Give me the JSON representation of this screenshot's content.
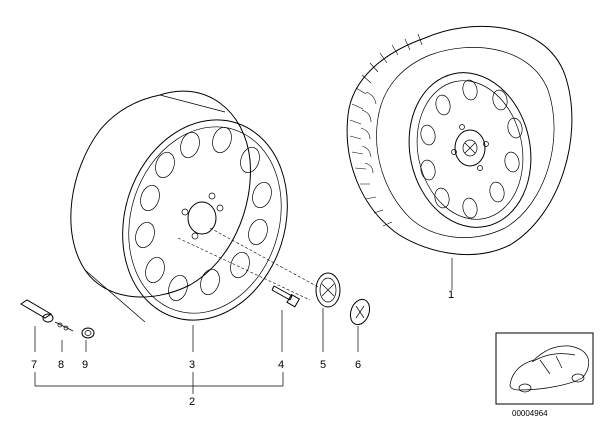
{
  "callouts": {
    "c1": "1",
    "c2": "2",
    "c3": "3",
    "c4": "4",
    "c5": "5",
    "c6": "6",
    "c7": "7",
    "c8": "8",
    "c9": "9"
  },
  "thumbnail": {
    "code": "00004964"
  }
}
